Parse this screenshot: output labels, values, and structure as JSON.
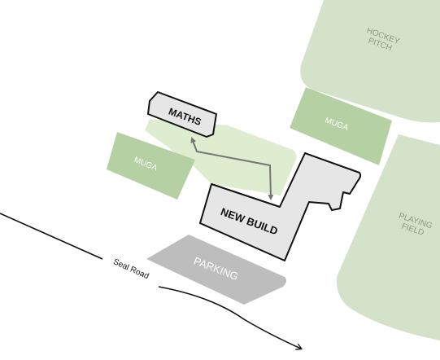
{
  "labels": {
    "hockey_pitch_line1": "HOCKEY",
    "hockey_pitch_line2": "PITCH",
    "playing_field_line1": "PLAYING",
    "playing_field_line2": "FIELD",
    "muga_right": "MUGA",
    "muga_left": "MUGA",
    "maths": "MATHS",
    "new_build": "NEW BUILD",
    "parking": "PARKING",
    "road": "Seal Road"
  },
  "colors": {
    "field_green": "#d3e2c9",
    "muga_green": "#b5d0a3",
    "link_green": "#deedcf",
    "building_fill": "#e6e6e6",
    "building_outline": "#111111",
    "parking_fill": "#bdbdbd",
    "connector": "#757575"
  },
  "icons": {
    "road_direction": "arrow-right-icon",
    "connection": "double-arrow-icon"
  }
}
